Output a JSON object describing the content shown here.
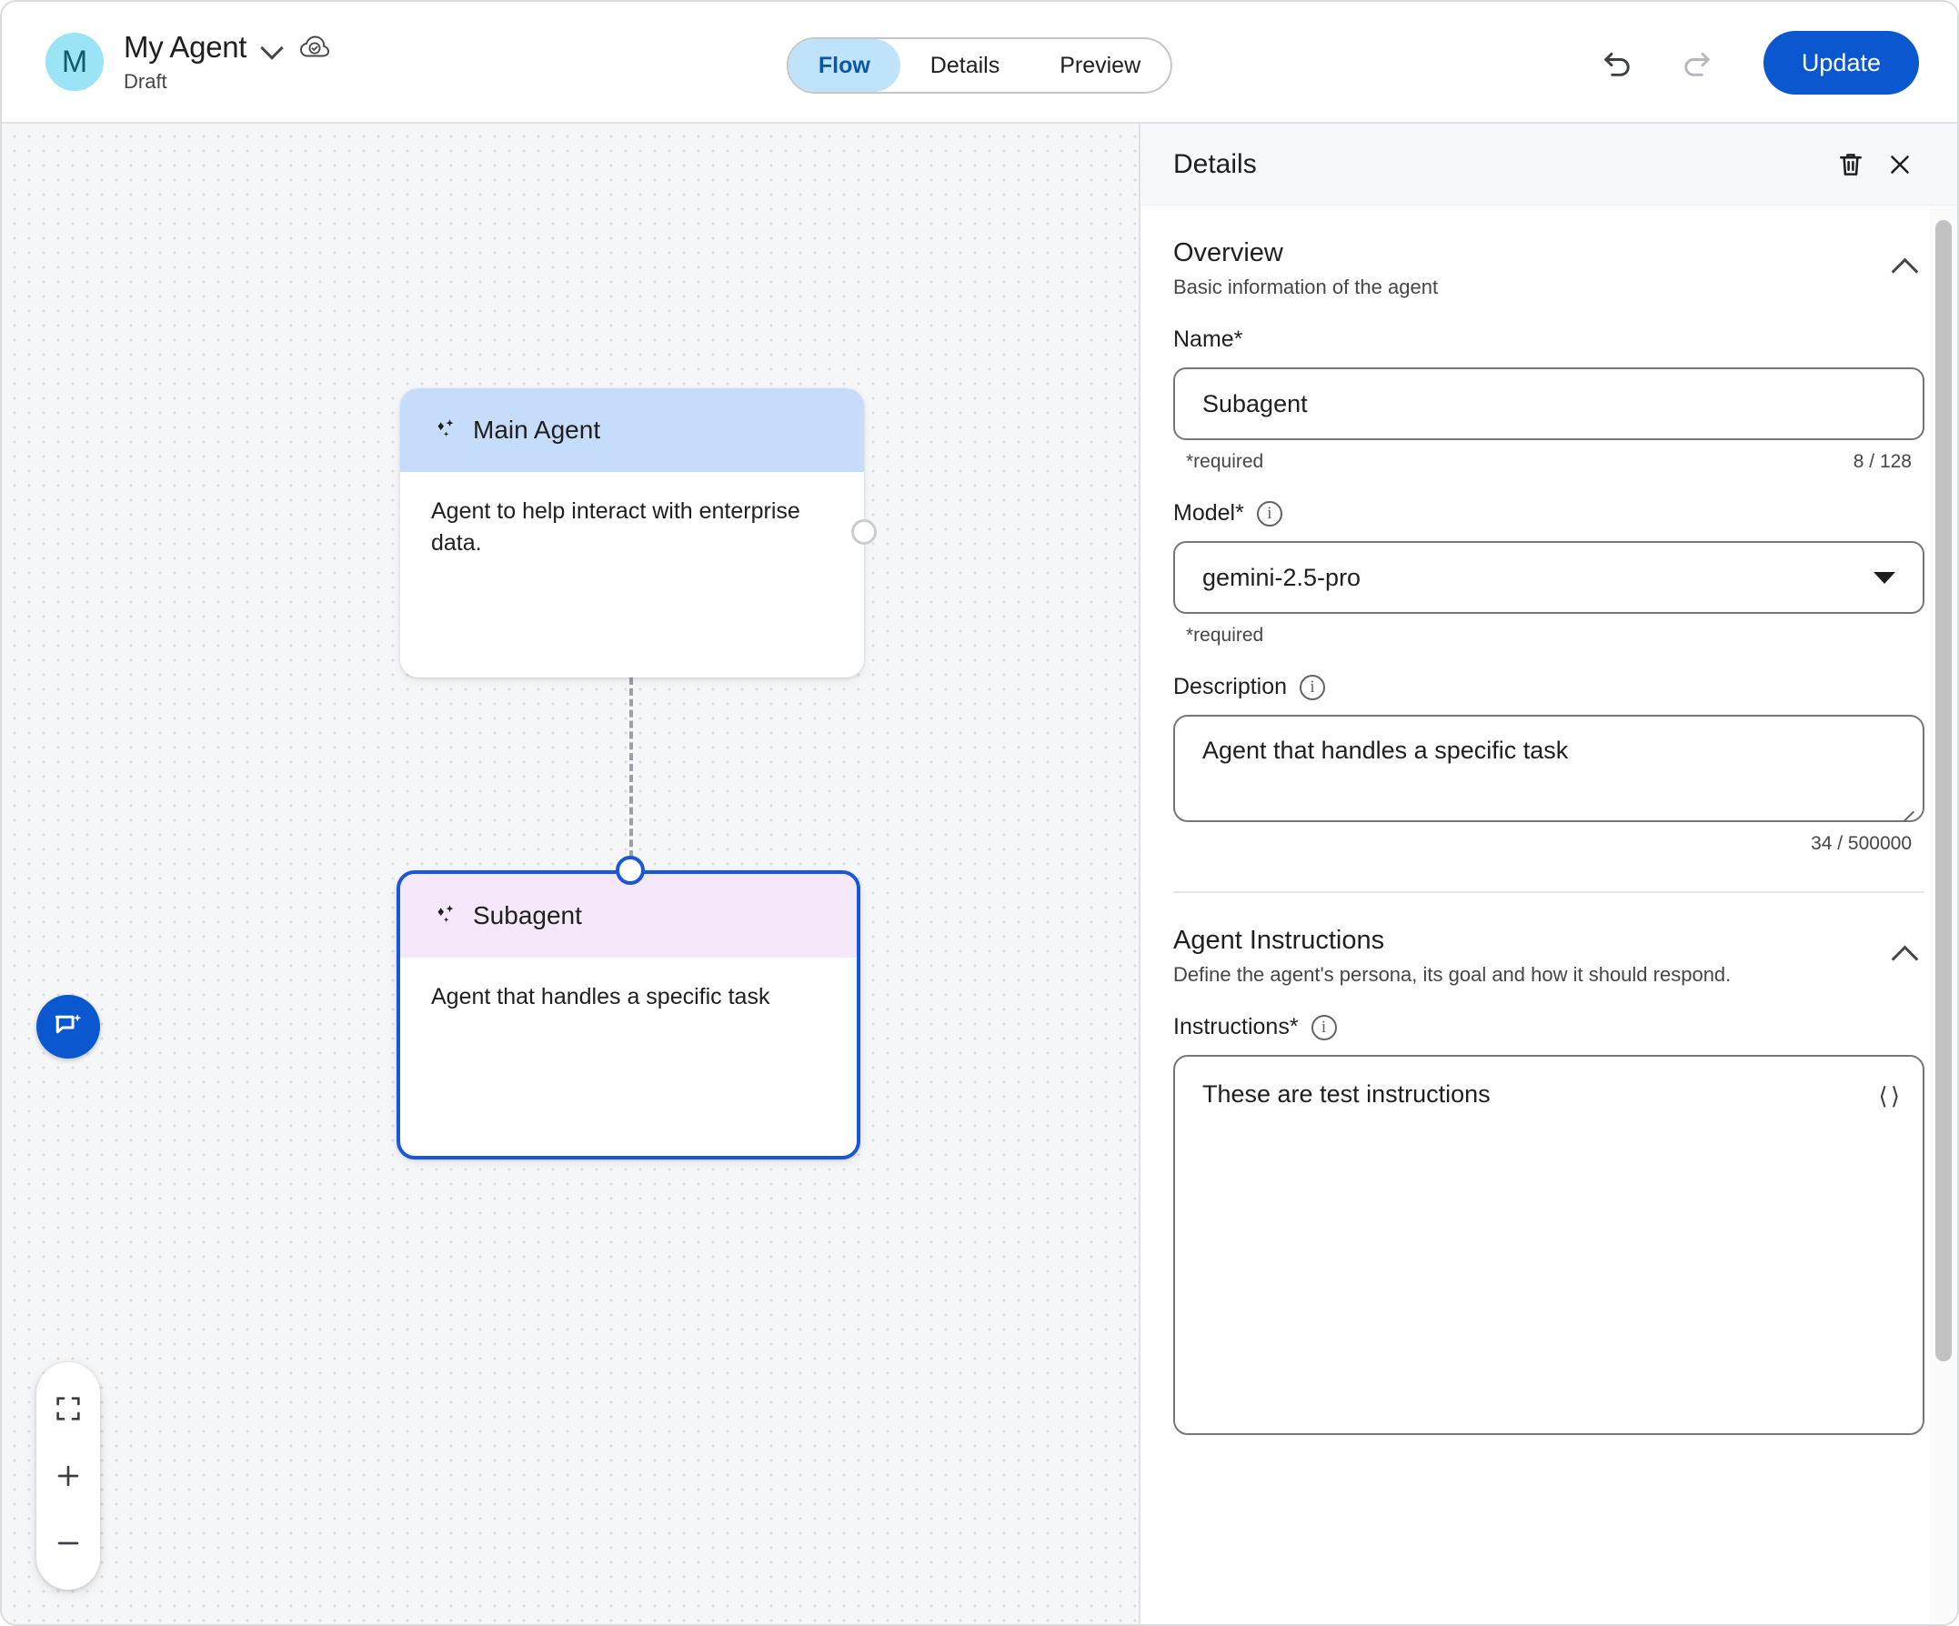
{
  "header": {
    "avatar_initial": "M",
    "agent_name": "My Agent",
    "status": "Draft",
    "caret_icon": "chevron-down-icon",
    "cloud_icon": "cloud-saved-icon",
    "tabs": [
      {
        "label": "Flow",
        "active": true
      },
      {
        "label": "Details",
        "active": false
      },
      {
        "label": "Preview",
        "active": false
      }
    ],
    "undo_icon": "undo-icon",
    "redo_icon": "redo-icon",
    "update_label": "Update"
  },
  "canvas": {
    "nodes": [
      {
        "title": "Main Agent",
        "description": "Agent to help interact with enterprise data.",
        "icon": "sparkle-icon",
        "selected": false
      },
      {
        "title": "Subagent",
        "description": "Agent that handles a specific task",
        "icon": "sparkle-icon",
        "selected": true
      }
    ],
    "chat_icon": "chat-sparkle-icon",
    "controls": {
      "fit_icon": "fit-to-screen-icon",
      "zoom_in_icon": "plus-icon",
      "zoom_out_icon": "minus-icon"
    }
  },
  "panel": {
    "title": "Details",
    "delete_icon": "trash-icon",
    "close_icon": "close-icon",
    "overview": {
      "title": "Overview",
      "subtitle": "Basic information of the agent",
      "collapse_icon": "chevron-up-icon",
      "name": {
        "label": "Name*",
        "value": "Subagent",
        "helper": "*required",
        "counter": "8 / 128"
      },
      "model": {
        "label": "Model*",
        "info_icon": "info-icon",
        "value": "gemini-2.5-pro",
        "helper": "*required",
        "dropdown_icon": "caret-down-icon"
      },
      "description": {
        "label": "Description",
        "info_icon": "info-icon",
        "value": "Agent that handles a specific task",
        "counter": "34 / 500000"
      }
    },
    "instructions_section": {
      "title": "Agent Instructions",
      "subtitle": "Define the agent's persona, its goal and how it should respond.",
      "collapse_icon": "chevron-up-icon",
      "instructions": {
        "label": "Instructions*",
        "info_icon": "info-icon",
        "value": "These are test instructions",
        "code_icon": "code-brackets-icon"
      }
    }
  },
  "colors": {
    "accent_blue": "#0b57d0",
    "tab_active_bg": "#bfe3fb",
    "tab_active_text": "#0b57a4",
    "main_node_header": "#c5dcfa",
    "sub_node_header": "#f5e8fb",
    "selected_border": "#1a56db",
    "avatar_bg": "#9ae4f5"
  }
}
